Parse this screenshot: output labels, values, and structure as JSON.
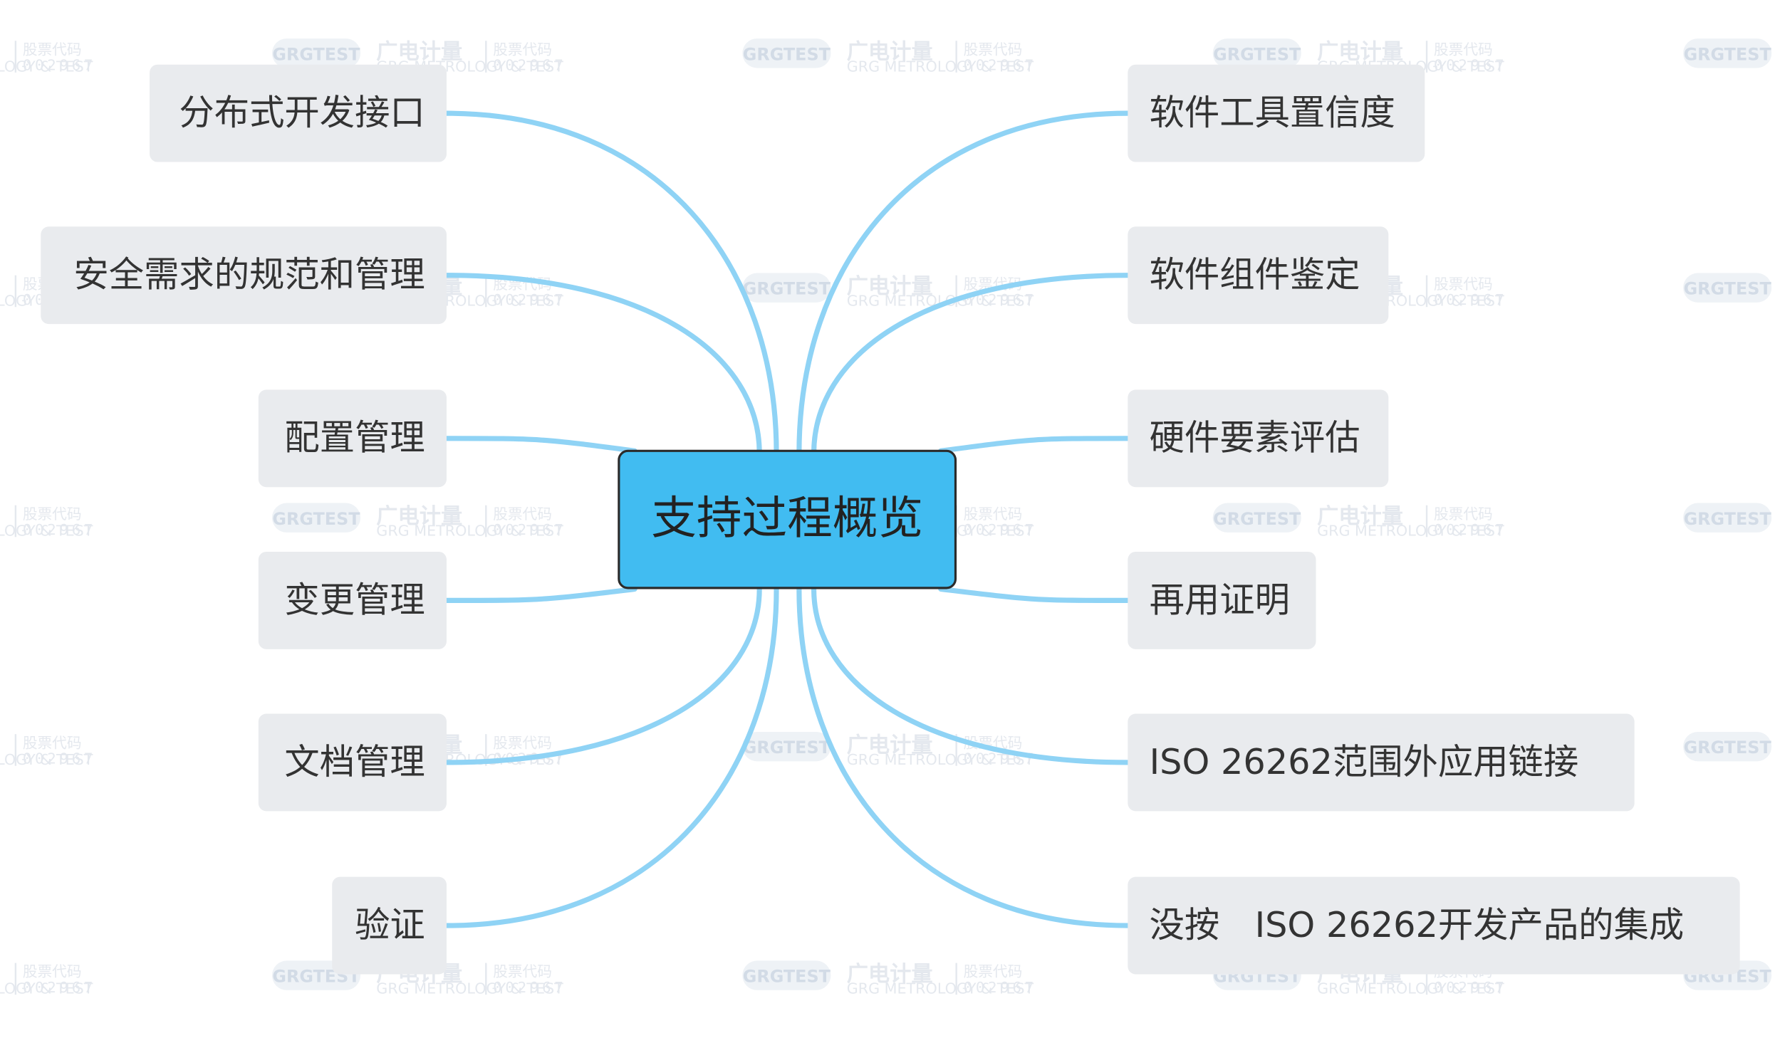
{
  "central_topic": "支持过程概览",
  "left_branches": [
    "分布式开发接口",
    "安全需求的规范和管理",
    "配置管理",
    "变更管理",
    "文档管理",
    "验证"
  ],
  "right_branches": [
    "软件工具置信度",
    "软件组件鉴定",
    "硬件要素评估",
    "再用证明",
    "ISO 26262范围外应用链接",
    "没按　ISO 26262开发产品的集成"
  ],
  "watermark": {
    "logo": "GRGTEST",
    "company": "广电计量",
    "stock_label": "股票代码",
    "stock_code": "002967",
    "tagline": "GRG METROLOGY & TEST"
  },
  "colors": {
    "central_fill": "#41bcf1",
    "connector": "#8fd3f5",
    "node_fill": "#e9ebee",
    "text": "#333333"
  }
}
